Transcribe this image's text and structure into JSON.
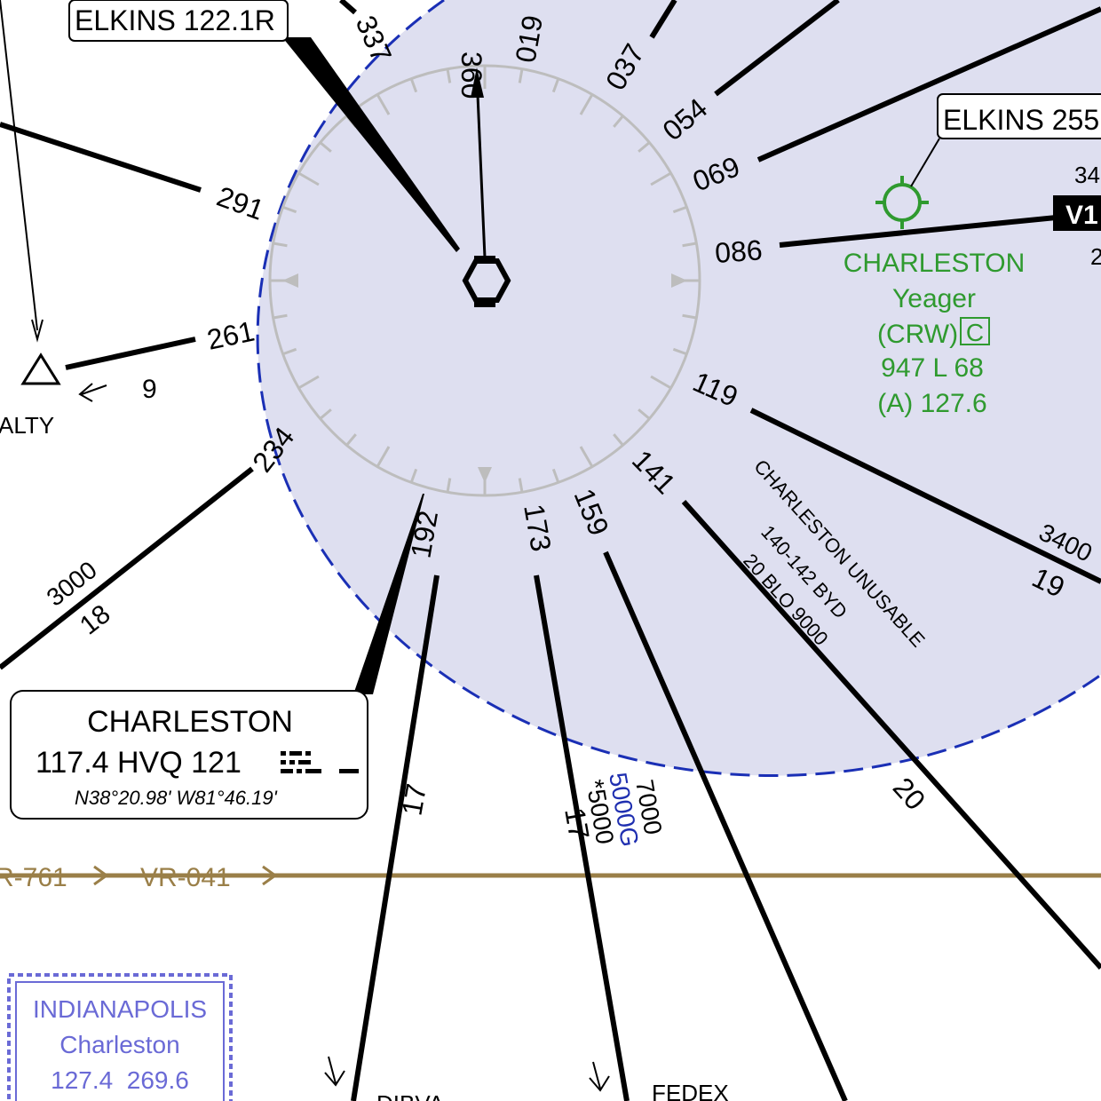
{
  "colors": {
    "airspace_fill": "#dedff0",
    "airspace_edge": "#1a2fb5",
    "airport": "#2f9a2f",
    "artcc": "#6a6ad6",
    "route": "#9a7f48",
    "compass_rose": "#bdbdbd",
    "line": "#000000"
  },
  "elkins_callout_top": "ELKINS 122.1R",
  "elkins_callout_right": "ELKINS 255",
  "vor_box": {
    "name": "CHARLESTON",
    "freq_line": "117.4 HVQ 121",
    "coords": "N38°20.98' W81°46.19'"
  },
  "radials": [
    "360",
    "019",
    "037",
    "054",
    "069",
    "086",
    "119",
    "141",
    "159",
    "173",
    "192",
    "234",
    "261",
    "291",
    "337"
  ],
  "airway_labels": {
    "mea_3000": "3000",
    "dist_18": "18",
    "dist_9": "9",
    "dist_17_a": "17",
    "dist_17_b": "17",
    "dist_20": "20",
    "mea_3400": "3400",
    "dist_19": "19",
    "mea_7000": "7000",
    "moca_5000g": "5000G",
    "mea_star_5000": "*5000",
    "right_34": "34",
    "right_2": "2",
    "victor_badge": "V1"
  },
  "unusable_note": [
    "CHARLESTON UNUSABLE",
    "140-142 BYD",
    "20 BLO 9000"
  ],
  "airport": {
    "name": "CHARLESTON",
    "subname": "Yeager",
    "ident": "(CRW)",
    "class_letter": "C",
    "data": "947 L 68",
    "atis": "(A) 127.6"
  },
  "artcc": {
    "name": "INDIANAPOLIS",
    "sub": "Charleston",
    "freqs": "127.4  269.6"
  },
  "routes": {
    "vr761": "R-761",
    "vr041": "VR-041"
  },
  "fixes": {
    "left_fix": "ALTY",
    "bottom_fix_a": "DIBVA",
    "bottom_fix_b": "FEDEX"
  }
}
